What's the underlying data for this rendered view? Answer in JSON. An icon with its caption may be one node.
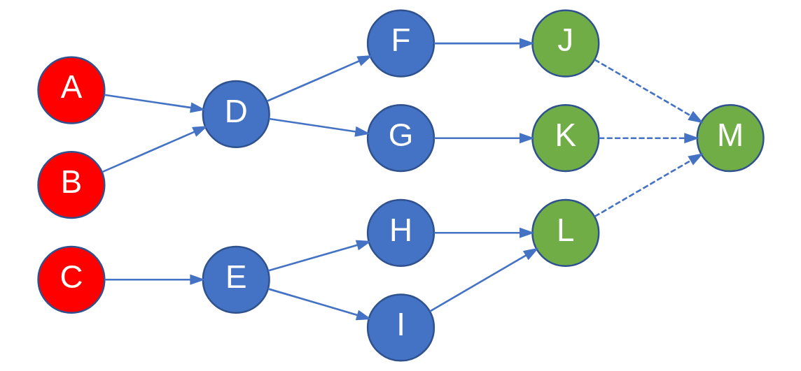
{
  "diagram": {
    "nodes": [
      {
        "text": [
          "A"
        ]
      },
      {
        "text": [
          "B"
        ]
      },
      {
        "text": [
          "C"
        ]
      },
      {
        "text": [
          "D"
        ]
      },
      {
        "text": [
          "E"
        ]
      },
      {
        "text": [
          "F"
        ]
      },
      {
        "text": [
          "G"
        ]
      },
      {
        "text": [
          "H"
        ]
      },
      {
        "text": [
          "I"
        ]
      },
      {
        "text": [
          "J"
        ]
      },
      {
        "text": [
          "K"
        ]
      },
      {
        "text": [
          "L"
        ]
      },
      {
        "text": [
          "M"
        ]
      }
    ],
    "edges": [
      {
        "from": 0,
        "to": 3,
        "arrow": "to"
      },
      {
        "from": 1,
        "to": 3,
        "arrow": "to"
      },
      {
        "from": 3,
        "to": 5,
        "arrow": "to"
      },
      {
        "from": 3,
        "to": 6,
        "arrow": "to"
      },
      {
        "from": 5,
        "to": 9,
        "arrow": "to"
      },
      {
        "from": 6,
        "to": 10,
        "arrow": "to"
      },
      {
        "from": 2,
        "to": 4,
        "arrow": "to"
      },
      {
        "from": 4,
        "to": 7,
        "arrow": "to"
      },
      {
        "from": 4,
        "to": 8,
        "arrow": "to"
      },
      {
        "from": 7,
        "to": 11,
        "arrow": "to"
      },
      {
        "from": 8,
        "to": 11,
        "arrow": "to"
      },
      {
        "from": 9,
        "to": 12,
        "arrow": "to",
        "style": "dashed"
      },
      {
        "from": 10,
        "to": 12,
        "arrow": "to",
        "style": "dashed"
      },
      {
        "from": 11,
        "to": 12,
        "arrow": "to",
        "style": "dashed"
      }
    ]
  }
}
